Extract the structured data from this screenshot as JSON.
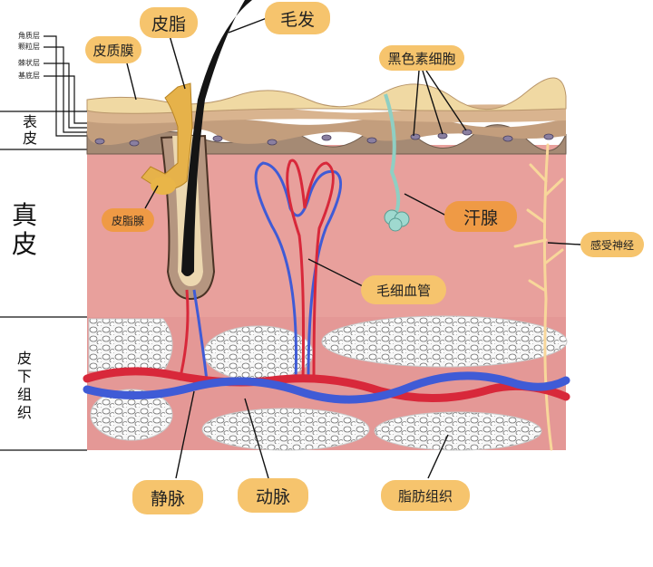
{
  "layer_labels": {
    "stratum_corneum": "角质层",
    "stratum_granulosum": "颗粒层",
    "stratum_spinosum": "棘状层",
    "stratum_basale": "基底层",
    "epidermis": "表皮",
    "dermis": "真皮",
    "hypodermis": "皮下组织"
  },
  "callouts": {
    "sebum": "皮脂",
    "hair": "毛发",
    "sebum_film": "皮质膜",
    "melanocyte": "黑色素细胞",
    "sebaceous_gland": "皮脂腺",
    "sweat_gland": "汗腺",
    "sensory_nerve": "感受神经",
    "capillary": "毛细血管",
    "vein": "静脉",
    "artery": "动脉",
    "fat_tissue": "脂肪组织"
  },
  "colors": {
    "dermis": "#e8a09c",
    "epidermis": "#c9a37e",
    "callout": "#f6c46d",
    "callout_alt": "#ef9a45",
    "artery": "#d8283a",
    "vein": "#3f5bd6",
    "fat": "#f4f4f4",
    "nerve": "#f8d79a",
    "sweat_gland": "#9fd9cf",
    "hair": "#141414",
    "sebum": "#e6b24a"
  }
}
